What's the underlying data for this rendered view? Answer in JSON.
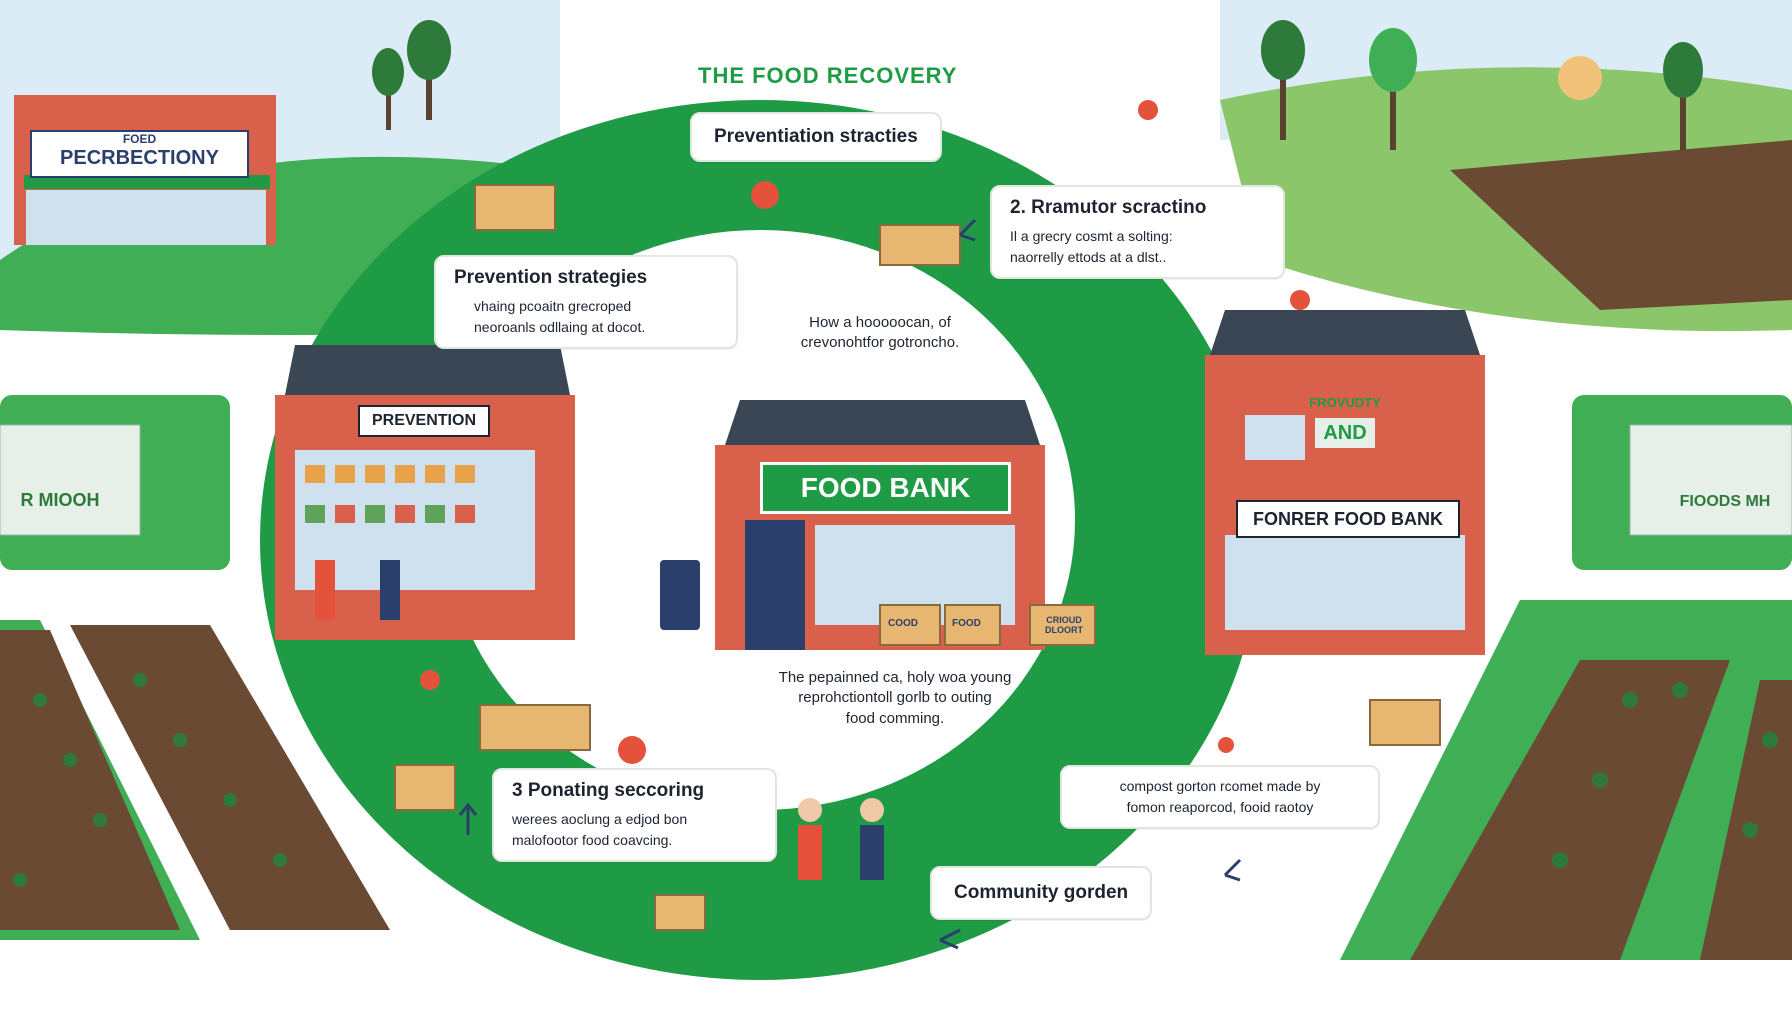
{
  "title": "THE FOOD RECOVERY",
  "steps": {
    "prevention_strategies_top": {
      "title": "Preventiation stracties"
    },
    "step_2": {
      "title": "2. Rramutor scractino",
      "line1": "Il a grecry cosmt a solting:",
      "line2": "naorrelly ettods at a dlst.."
    },
    "prevention_strategies_left": {
      "title": "Prevention strategies",
      "line1": "vhaing pcoaitn grecroped",
      "line2": "neoroanls odllaing at docot."
    },
    "step_3": {
      "title": "3 Ponating seccoring",
      "line1": "werees aoclung a edjod bon",
      "line2": "malofootor food coavcing."
    },
    "compost": {
      "line1": "compost gorton rcomet made by",
      "line2": "fomon reaporcod, fooid raotoy"
    },
    "community_garden": {
      "title": "Community gorden"
    }
  },
  "center": {
    "top_line1": "How a hooooocan, of",
    "top_line2": "crevonohtfor gotroncho.",
    "bottom_line1": "The pepainned ca, holy woa young",
    "bottom_line2": "reprohctiontoll gorlb to outing",
    "bottom_line3": "food comming."
  },
  "signs": {
    "store_top_left": "PECRBECTIONY",
    "store_top_left_small": "FOED",
    "prevention_store": "PREVENTION",
    "food_bank": "FOOD BANK",
    "box_food": "FOOD",
    "box_left": "COOD",
    "box_right": "CRIOUD DLOORT",
    "former_food_bank": "FONRER FOOD BANK",
    "right_building_top": "FROVUDTY",
    "right_building_and": "AND",
    "left_edge_sign": "R MIOOH",
    "right_edge_sign": "FIOODS MH"
  },
  "colors": {
    "green": "#1f9a45",
    "light_green": "#3fae55",
    "brick": "#d9604a",
    "navy": "#2a3f6b",
    "soil": "#6b4a34",
    "sky": "#dcecf7"
  },
  "icons": [
    "arrow-icon",
    "tree-icon",
    "fruit-icon",
    "bicycle-icon",
    "trash-bin-icon",
    "produce-box-icon"
  ]
}
